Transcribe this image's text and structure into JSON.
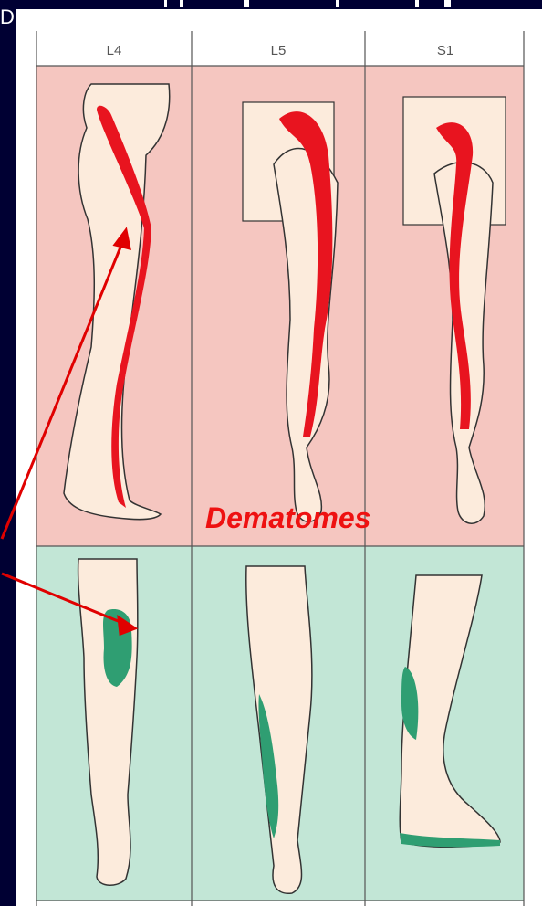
{
  "top_fragment": "D",
  "columns": [
    "L4",
    "L5",
    "S1"
  ],
  "caption": "Dematomes",
  "colors": {
    "slide_background": "#000033",
    "dermatome_panel": "#f5c6c0",
    "myotome_panel": "#c2e6d6",
    "skin": "#fcebdc",
    "dermatome_band": "#e8141f",
    "myotome_region": "#2f9e72",
    "arrow": "#e00000",
    "outline": "#333333"
  },
  "icons": [
    "red-arrow",
    "leg-illustration"
  ]
}
